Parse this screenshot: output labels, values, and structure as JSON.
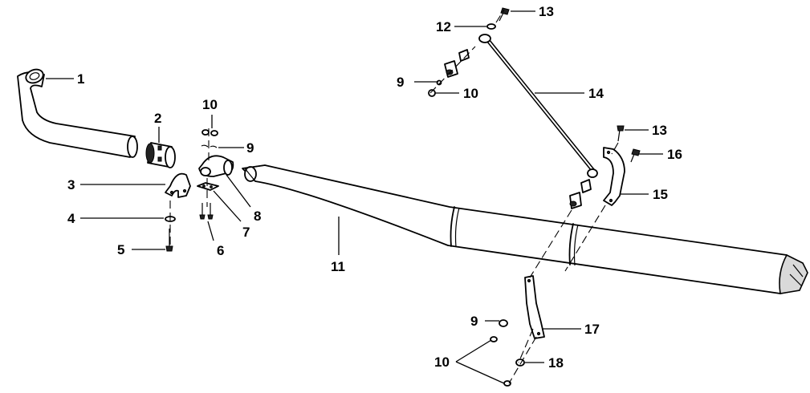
{
  "callouts": {
    "c1": "1",
    "c2": "2",
    "c3": "3",
    "c4": "4",
    "c5": "5",
    "c6": "6",
    "c7": "7",
    "c8": "8",
    "c9a": "9",
    "c9b": "9",
    "c9c": "9",
    "c10a": "10",
    "c10b": "10",
    "c10c": "10",
    "c11": "11",
    "c12": "12",
    "c13a": "13",
    "c13b": "13",
    "c14": "14",
    "c15": "15",
    "c16": "16",
    "c17": "17",
    "c18": "18"
  }
}
